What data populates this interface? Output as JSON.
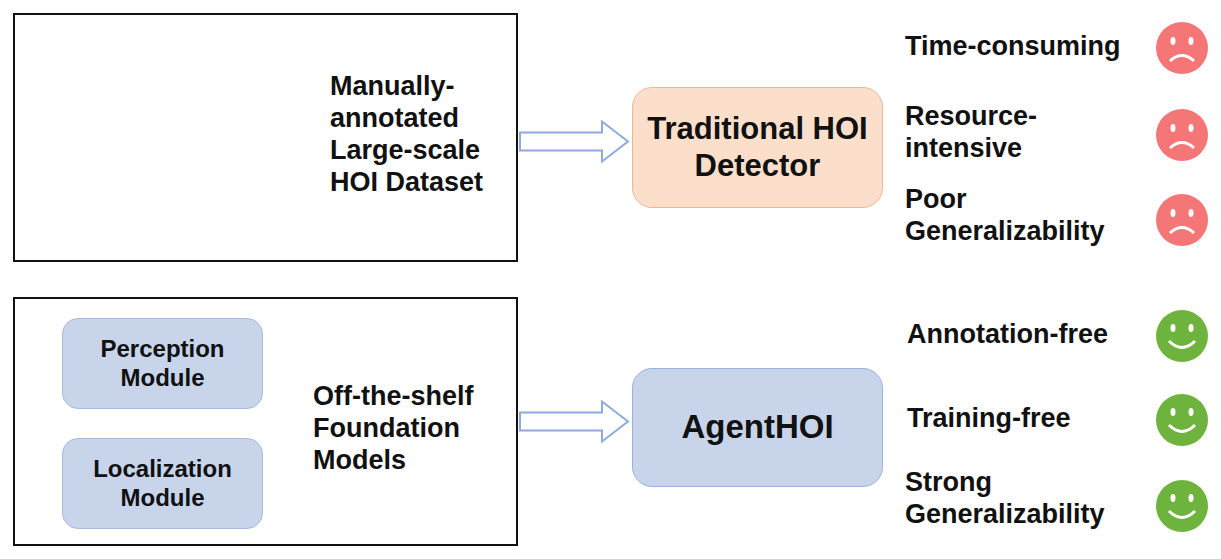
{
  "diagram": {
    "nodes": [
      {
        "text": [
          "Manually-annotated Large-scale HOI Dataset"
        ]
      },
      {
        "text": [
          "Traditional HOI Detector"
        ]
      },
      {
        "text": [
          "Off-the-shelf Foundation Models"
        ]
      },
      {
        "text": [
          "Perception Module"
        ],
        "in": 2
      },
      {
        "text": [
          "Localization Module"
        ],
        "in": 2
      },
      {
        "text": [
          "AgentHOI"
        ]
      }
    ],
    "edges": [
      {
        "from": 0,
        "to": 1,
        "arrow": "to"
      },
      {
        "from": 2,
        "to": 5,
        "arrow": "to"
      }
    ],
    "labels": [
      "Time-consuming",
      "Resource-intensive",
      "Poor Generalizability",
      "Annotation-free",
      "Training-free",
      "Strong Generalizability"
    ]
  }
}
